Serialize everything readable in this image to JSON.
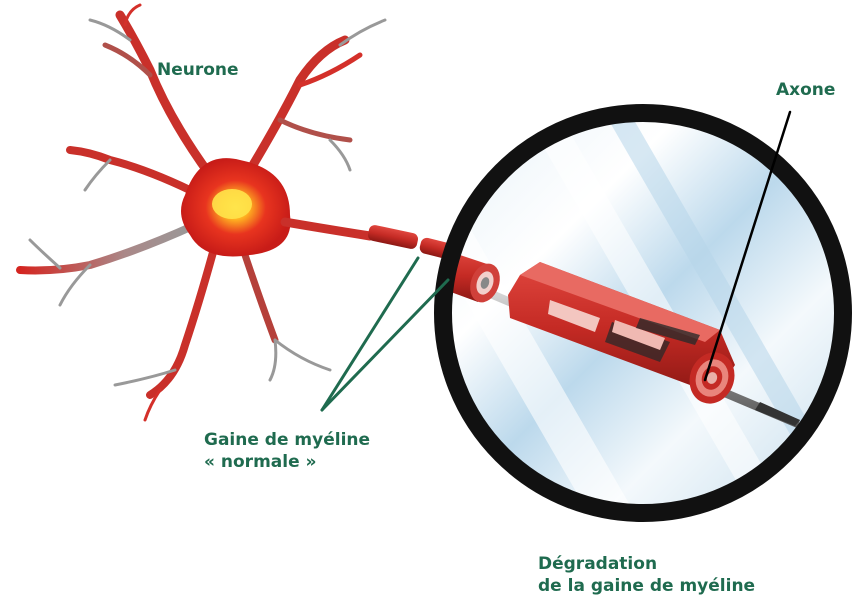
{
  "labels": {
    "neurone": "Neurone",
    "axone": "Axone",
    "gaine_line1": "Gaine de myéline",
    "gaine_line2": "« normale »",
    "degradation_line1": "Dégradation",
    "degradation_line2": "de la gaine de myéline"
  },
  "colors": {
    "label_green": "#1f6b4f",
    "neuron_red": "#e0241f",
    "nucleus_yellow": "#ffe34a",
    "dendrite_grey": "#9a9a9a",
    "lens_rim": "#111111",
    "lens_glass": "#d6e8f4",
    "pointer_black": "#000000"
  },
  "icons": [
    "magnifier-lens",
    "neuron-cell",
    "myelin-sheath"
  ]
}
